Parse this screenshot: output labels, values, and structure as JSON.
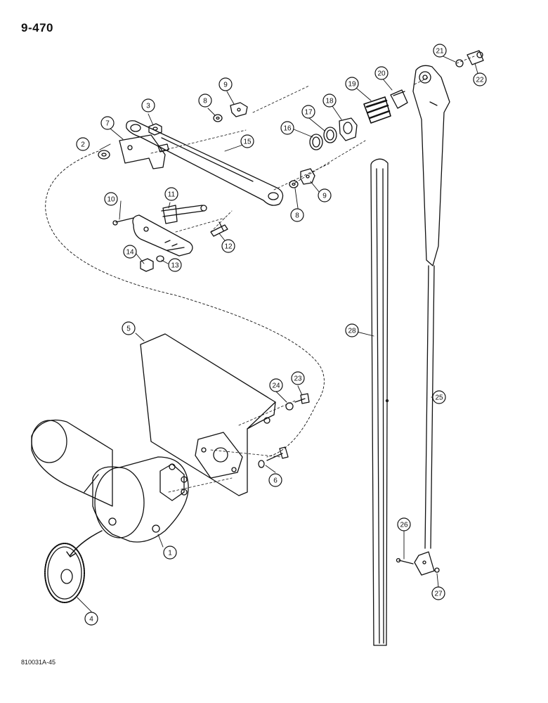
{
  "page": {
    "number": "9-470",
    "figure_code": "810031A-45"
  },
  "callouts": [
    "1",
    "2",
    "3",
    "4",
    "5",
    "6",
    "7",
    "8",
    "8",
    "9",
    "9",
    "10",
    "11",
    "12",
    "13",
    "14",
    "15",
    "16",
    "17",
    "18",
    "19",
    "20",
    "21",
    "22",
    "23",
    "24",
    "25",
    "26",
    "27",
    "28"
  ]
}
